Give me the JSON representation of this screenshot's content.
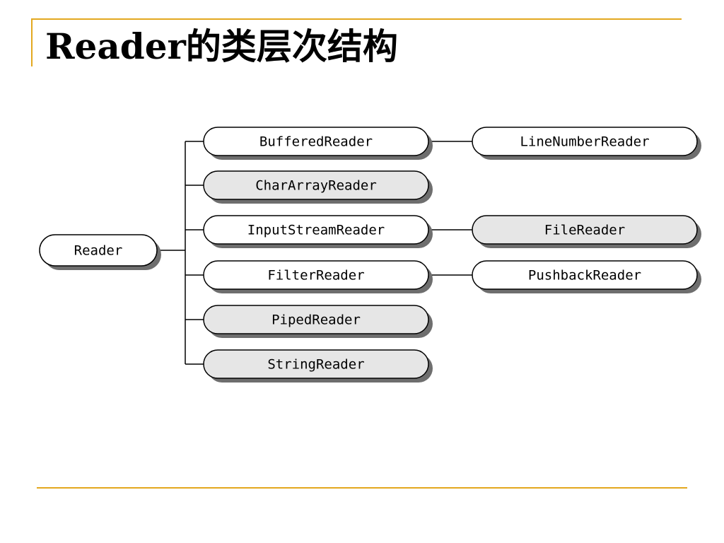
{
  "slide": {
    "title": "Reader的类层次结构",
    "rule_color": "#e3a81f"
  },
  "diagram": {
    "colors": {
      "plain_fill": "#ffffff",
      "shaded_fill": "#e6e6e6",
      "outline": "#000000",
      "shadow": "#6e6e6e"
    },
    "root": {
      "id": "reader",
      "label": "Reader",
      "shaded": false
    },
    "children": [
      {
        "id": "buffered-reader",
        "label": "BufferedReader",
        "shaded": false,
        "subclass": {
          "id": "line-number-reader",
          "label": "LineNumberReader",
          "shaded": false
        }
      },
      {
        "id": "char-array-reader",
        "label": "CharArrayReader",
        "shaded": true
      },
      {
        "id": "input-stream-reader",
        "label": "InputStreamReader",
        "shaded": false,
        "subclass": {
          "id": "file-reader",
          "label": "FileReader",
          "shaded": true
        }
      },
      {
        "id": "filter-reader",
        "label": "FilterReader",
        "shaded": false,
        "subclass": {
          "id": "pushback-reader",
          "label": "PushbackReader",
          "shaded": false
        }
      },
      {
        "id": "piped-reader",
        "label": "PipedReader",
        "shaded": true
      },
      {
        "id": "string-reader",
        "label": "StringReader",
        "shaded": true
      }
    ]
  }
}
